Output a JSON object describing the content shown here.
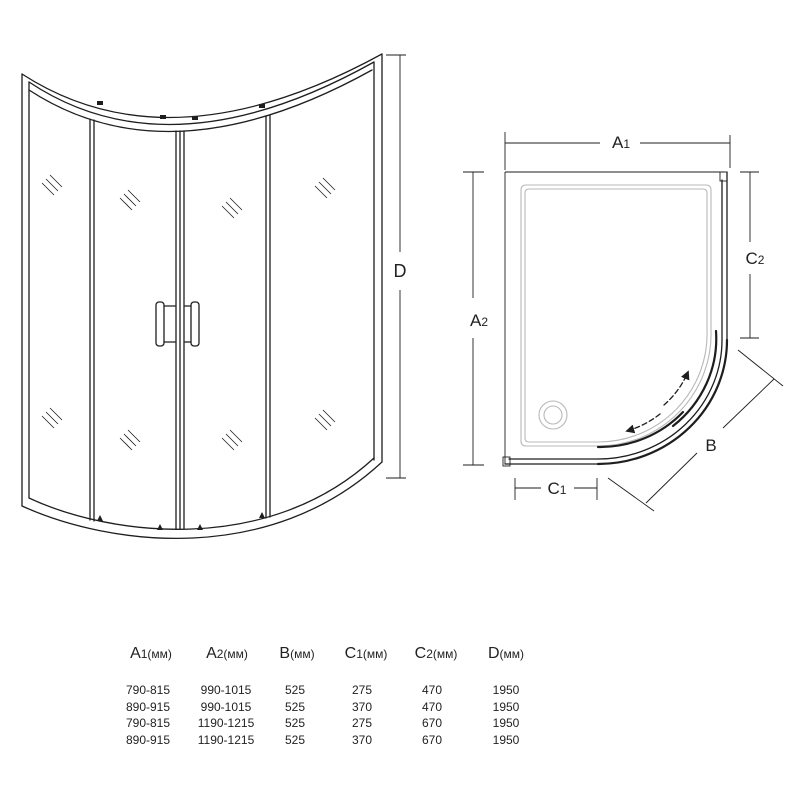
{
  "elevation": {
    "dim_d": "D"
  },
  "plan": {
    "dim_a1": {
      "letter": "A",
      "sub": "1"
    },
    "dim_a2": {
      "letter": "A",
      "sub": "2"
    },
    "dim_b": "B",
    "dim_c1": {
      "letter": "C",
      "sub": "1"
    },
    "dim_c2": {
      "letter": "C",
      "sub": "2"
    }
  },
  "table": {
    "headers": [
      {
        "letter": "A",
        "sub": "1",
        "unit": "(мм)"
      },
      {
        "letter": "A",
        "sub": "2",
        "unit": "(мм)"
      },
      {
        "letter": "B",
        "unit": "(мм)"
      },
      {
        "letter": "C",
        "sub": "1",
        "unit": "(мм)"
      },
      {
        "letter": "C",
        "sub": "2",
        "unit": "(мм)"
      },
      {
        "letter": "D",
        "unit": "(мм)"
      }
    ],
    "rows": [
      [
        "790-815",
        "990-1015",
        "525",
        "275",
        "470",
        "1950"
      ],
      [
        "890-915",
        "990-1015",
        "525",
        "370",
        "470",
        "1950"
      ],
      [
        "790-815",
        "1190-1215",
        "525",
        "275",
        "670",
        "1950"
      ],
      [
        "890-915",
        "1190-1215",
        "525",
        "370",
        "670",
        "1950"
      ]
    ]
  },
  "colors": {
    "line": "#1e1e1e",
    "tray": "#b8b8b8",
    "background": "#ffffff"
  }
}
